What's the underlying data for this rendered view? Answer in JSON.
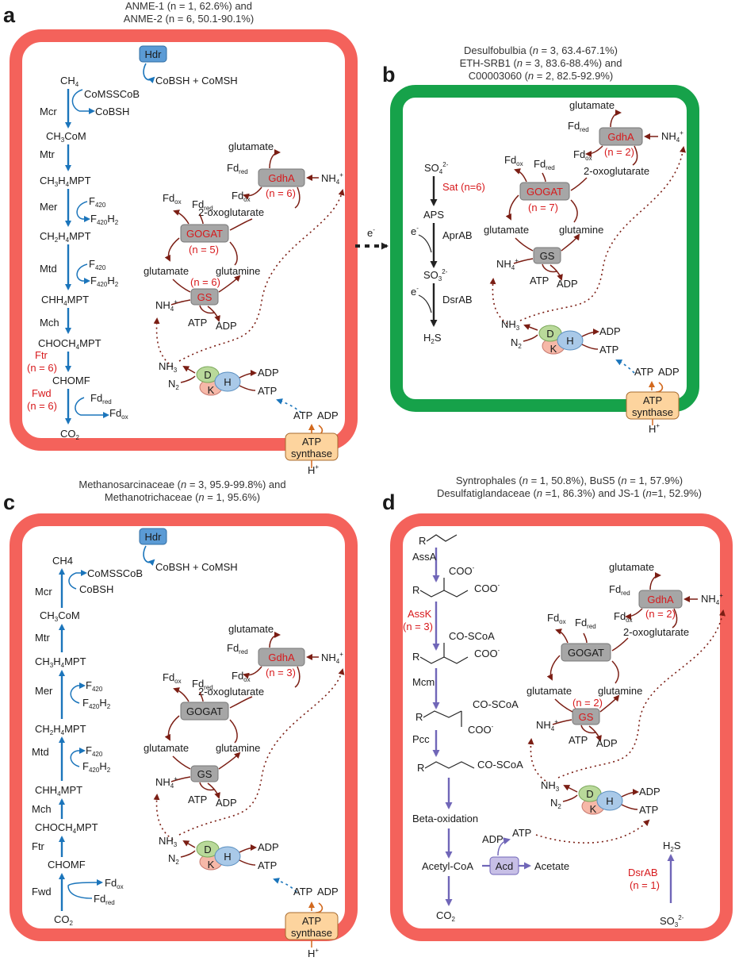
{
  "colors": {
    "red_border": "#f4625b",
    "green_border": "#16a24a",
    "blue_arrow": "#1b75bb",
    "brown_arrow": "#7b1e14",
    "orange_arrow": "#d2691e",
    "purple_arrow": "#7066b8",
    "label_red": "#d7191c",
    "grey_box": "#a6a6a6",
    "hdr_box": "#5b9bd5",
    "atp_box": "#fdd49e",
    "d_ellipse": "#b9d99a",
    "h_ellipse": "#a9c9e8",
    "k_ellipse": "#f6b8a8",
    "acd_box": "#c7bfe6"
  },
  "panel_a": {
    "letter": "a",
    "header_line1": "ANME-1 (n = 1, 62.6%) and",
    "header_line2": "ANME-2 (n = 6, 50.1-90.1%)",
    "hdr": "Hdr",
    "cobsh_comsh": "CoBSH + CoMSH",
    "pathway": [
      "CH4",
      "CH3CoM",
      "CH3H4MPT",
      "CH2H4MPT",
      "CHH4MPT",
      "CHOCH4MPT",
      "CHOMF",
      "CO2"
    ],
    "enzymes": [
      "Mcr",
      "Mtr",
      "Mer",
      "Mtd",
      "Mch",
      "Ftr (n = 6)",
      "Fwd (n = 6)"
    ],
    "comsscob": "CoMSSCoB",
    "cobsh": "CoBSH",
    "f420": "F420",
    "f420h2": "F420H2",
    "fd_red": "Fdred",
    "fd_ox": "Fdox",
    "glutamate": "glutamate",
    "gdha": "GdhA",
    "gdha_n": "(n = 6)",
    "nh4": "NH4+",
    "oxoglutarate": "2-oxoglutarate",
    "gogat": "GOGAT",
    "gogat_n": "(n = 5)",
    "glutamine": "glutamine",
    "gs": "GS",
    "gs_n": "(n = 6)",
    "atp": "ATP",
    "adp": "ADP",
    "nh3": "NH3",
    "n2": "N2",
    "nif_d": "D",
    "nif_h": "H",
    "nif_k": "K",
    "atp_synthase": "ATP synthase",
    "h_plus": "H+",
    "electron": "e-"
  },
  "panel_b": {
    "letter": "b",
    "header_line1": "Desulfobulbia (n = 3, 63.4-67.1%)",
    "header_line2": "ETH-SRB1 (n = 3, 83.6-88.4%) and",
    "header_line3": "C00003060 (n = 2, 82.5-92.9%)",
    "pathway": [
      "SO4 2-",
      "APS",
      "SO3 2-",
      "H2S"
    ],
    "sat": "Sat (n=6)",
    "aprab": "AprAB",
    "dsrab": "DsrAB",
    "gdha_n": "(n = 2)",
    "gogat_n": "(n = 7)"
  },
  "panel_c": {
    "letter": "c",
    "header_line1": "Methanosarcinaceae (n = 3, 95.9-99.8%) and",
    "header_line2": "Methanotrichaceae (n = 1, 95.6%)",
    "pathway": [
      "CH4",
      "CH3CoM",
      "CH3H4MPT",
      "CH2H4MPT",
      "CHH4MPT",
      "CHOCH4MPT",
      "CHOMF",
      "CO2"
    ],
    "enzymes": [
      "Mcr",
      "Mtr",
      "Mer",
      "Mtd",
      "Mch",
      "Ftr",
      "Fwd"
    ],
    "gdha_n": "(n = 3)"
  },
  "panel_d": {
    "letter": "d",
    "header_line1": "Syntrophales (n = 1, 50.8%),  BuS5 (n = 1, 57.9%)",
    "header_line2": "Desulfatiglandaceae (n =1, 86.3%) and JS-1 (n=1, 52.9%)",
    "enzymes": [
      "AssA",
      "AssK (n = 3)",
      "Mcm",
      "Pcc"
    ],
    "coo": "COO-",
    "coscoa": "CO-SCoA",
    "r": "R",
    "beta_oxidation": "Beta-oxidation",
    "acetyl_coa": "Acetyl-CoA",
    "acd": "Acd",
    "acetate": "Acetate",
    "co2": "CO2",
    "dsrab": "DsrAB",
    "dsrab_n": "(n = 1)",
    "h2s": "H2S",
    "so3": "SO3 2-",
    "gdha_n": "(n = 2)",
    "gs_n": "(n = 2)"
  }
}
